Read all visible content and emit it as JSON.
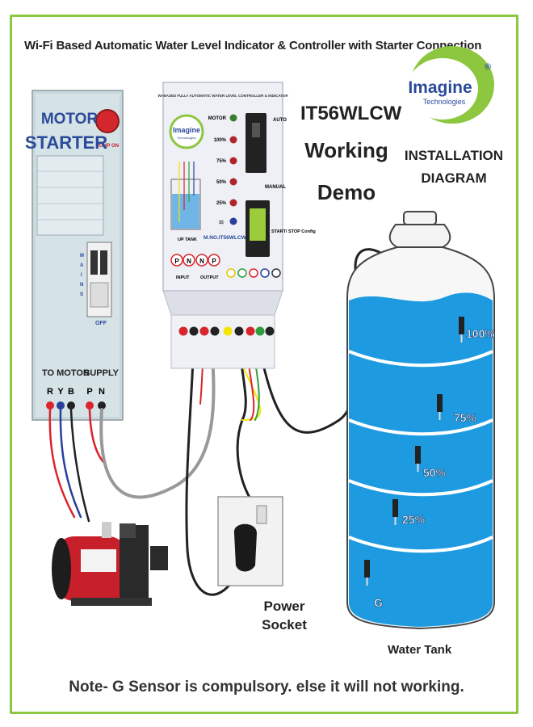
{
  "title": "Wi-Fi Based Automatic Water Level Indicator & Controller with Starter Connection",
  "model_heading": "IT56WLCW",
  "demo_line1": "Working",
  "demo_line2": "Demo",
  "install_line1": "INSTALLATION",
  "install_line2": "DIAGRAM",
  "logo": {
    "brand": "Imagine",
    "sub": "Technologies",
    "reg": "®"
  },
  "starter": {
    "line1": "MOTOR",
    "line2": "STARTER",
    "pump_label": "PUMP ON",
    "off_label": "OFF",
    "mains_label": "MAINS",
    "to_motor": "TO MOTOR",
    "supply": "SUPPLY",
    "terminals_motor": [
      "R",
      "Y",
      "B"
    ],
    "terminals_supply": [
      "P",
      "N"
    ]
  },
  "controller": {
    "header": "WI-BASED FULLY AUTOMATIC WATER LEVEL CONTROLLER & INDICATOR",
    "indicators": [
      "MOTOR",
      "100%",
      "75%",
      "50%",
      "25%"
    ],
    "auto": "AUTO",
    "manual": "MANUAL",
    "start_stop": "START/ STOP Config",
    "up_tank": "UP TANK",
    "model": "M.NO.IT56WLCW",
    "input": "INPUT",
    "output": "OUTPUT",
    "terminals": [
      "P",
      "N",
      "N",
      "P"
    ]
  },
  "tank": {
    "levels": [
      "100%",
      "75%",
      "50%",
      "25%",
      "G"
    ],
    "label": "Water Tank"
  },
  "socket_line1": "Power",
  "socket_line2": "Socket",
  "note": "Note- G Sensor is compulsory. else it will not working.",
  "colors": {
    "accent": "#8dc63f",
    "water": "#1e9be0",
    "wire_red": "#d9242b",
    "wire_yellow": "#f2e600",
    "wire_green": "#2e9e3d",
    "wire_blue": "#2a3f9e"
  }
}
